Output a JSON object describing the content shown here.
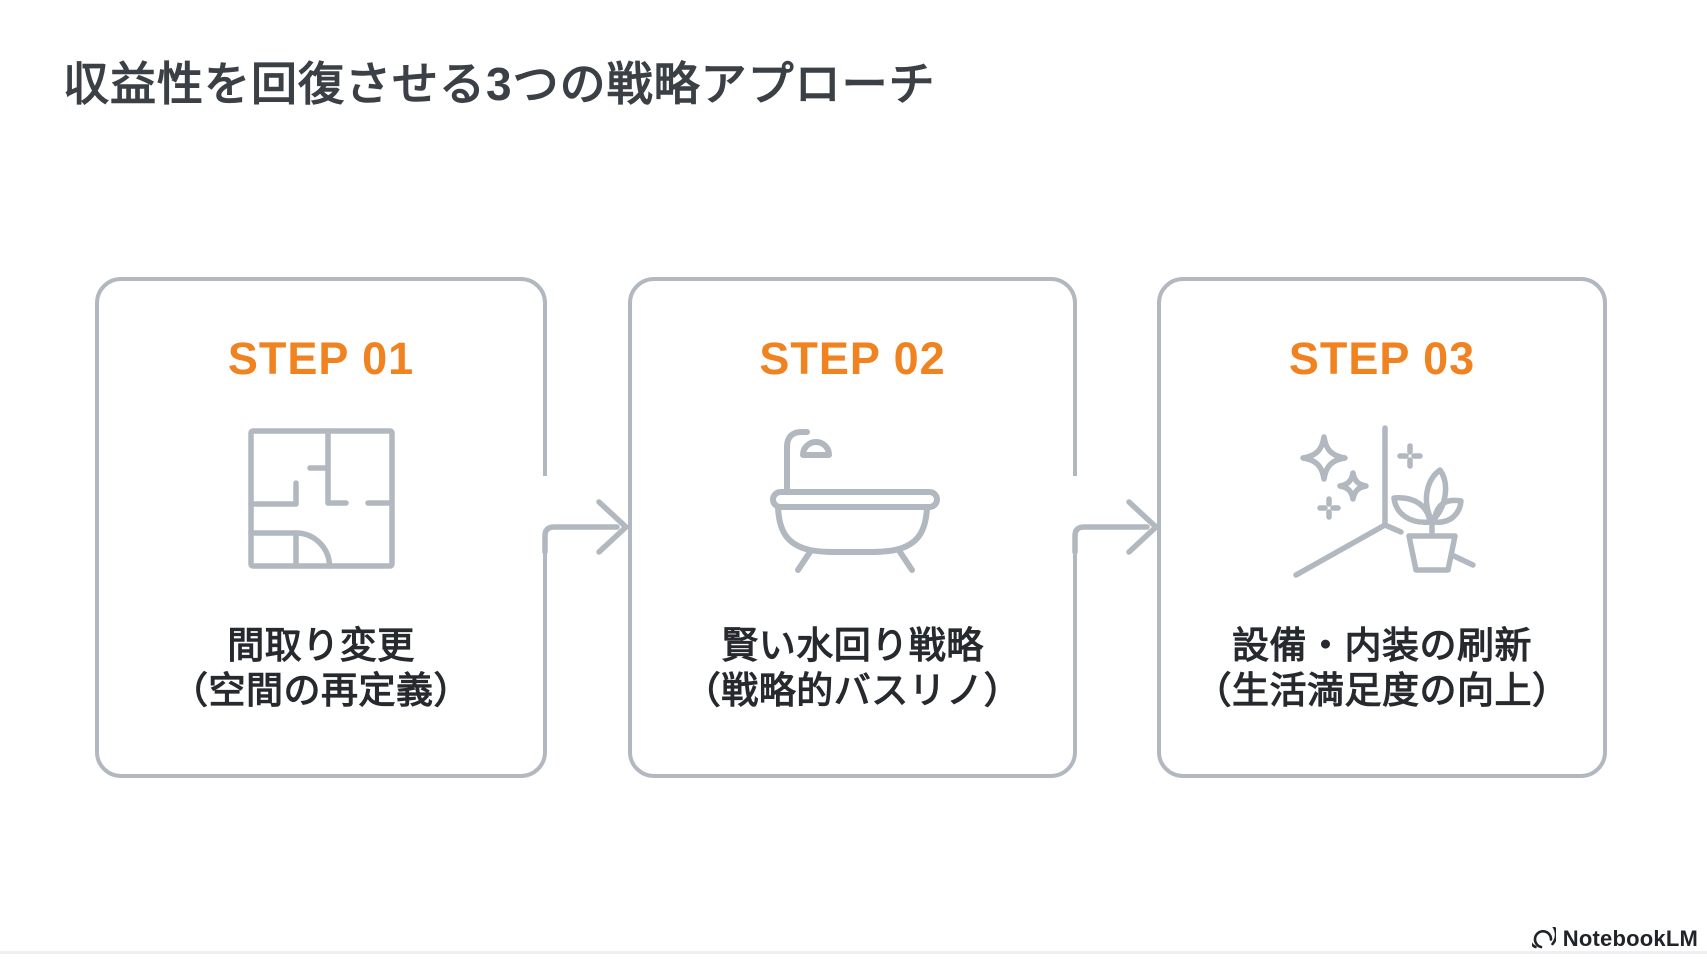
{
  "title": "収益性を回復させる3つの戦略アプローチ",
  "colors": {
    "accent_orange": "#f08220",
    "line_gray": "#b2b8bf",
    "title_color": "#3a4045",
    "text_color": "#26292e",
    "background": "#ffffff"
  },
  "steps": [
    {
      "label": "STEP 01",
      "icon": "floor-plan-icon",
      "line1": "間取り変更",
      "line2": "（空間の再定義）"
    },
    {
      "label": "STEP 02",
      "icon": "bathtub-shower-icon",
      "line1": "賢い水回り戦略",
      "line2": "（戦略的バスリノ）"
    },
    {
      "label": "STEP 03",
      "icon": "sparkle-interior-plant-icon",
      "line1": "設備・内装の刷新",
      "line2": "（生活満足度の向上）"
    }
  ],
  "footer": {
    "brand": "NotebookLM",
    "logo_icon": "notebooklm-logo-icon"
  }
}
